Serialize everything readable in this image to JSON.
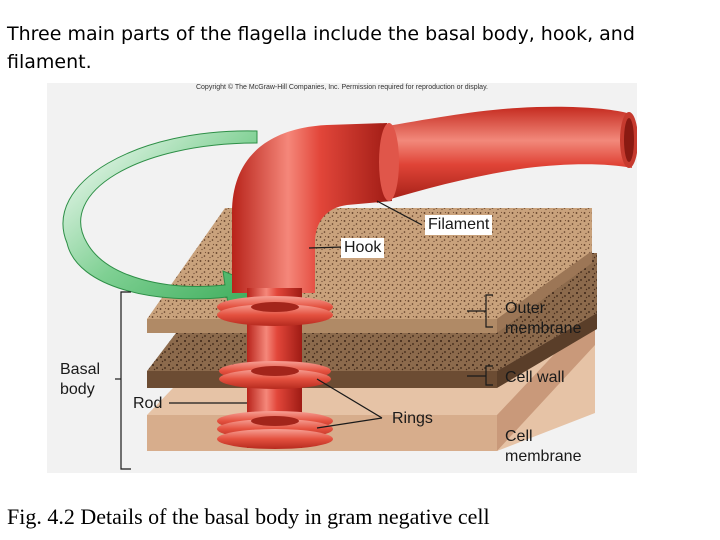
{
  "heading": "Three main parts of the flagella include the basal body, hook, and filament.",
  "figure": {
    "copyright": "Copyright © The McGraw-Hill Companies, Inc. Permission required for reproduction or display.",
    "labels": {
      "filament": "Filament",
      "hook": "Hook",
      "outer_membrane": "Outer\nmembrane",
      "cell_wall": "Cell wall",
      "basal_body": "Basal\nbody",
      "rod": "Rod",
      "rings": "Rings",
      "cell_membrane": "Cell\nmembrane"
    }
  },
  "caption": "Fig. 4.2 Details of the basal body in gram negative cell"
}
